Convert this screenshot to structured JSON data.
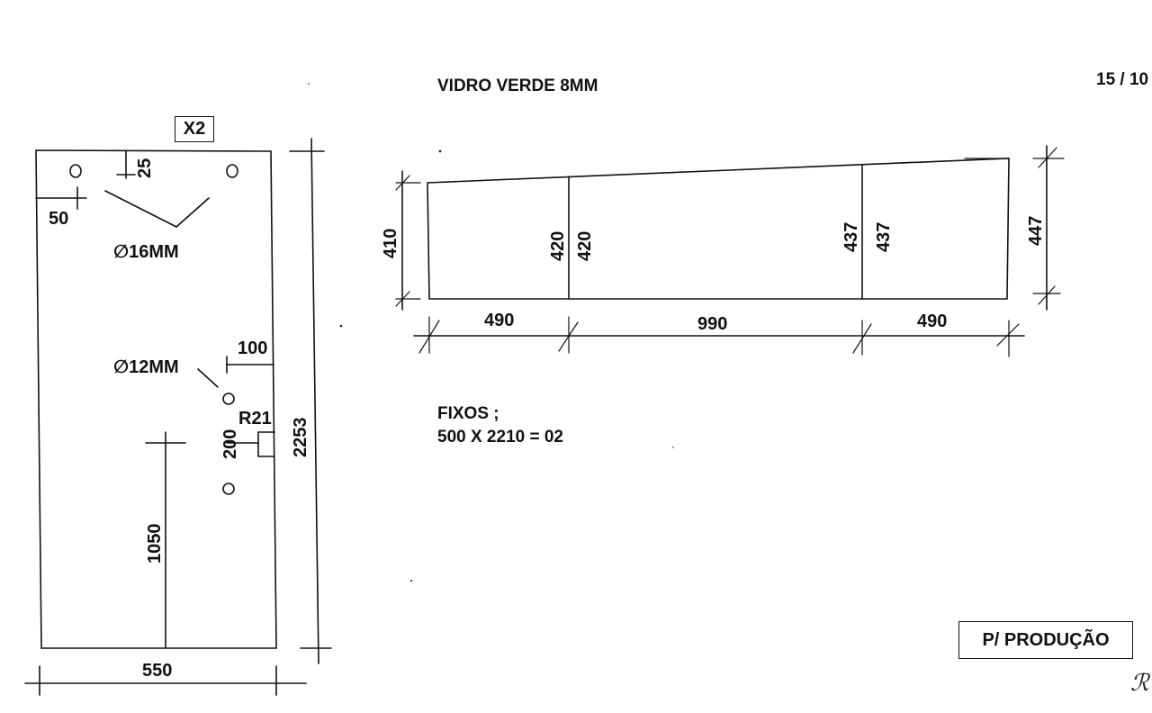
{
  "header": {
    "material": "VIDRO VERDE 8MM",
    "sheet_number": "15 / 10"
  },
  "door_panel": {
    "quantity_label": "X2",
    "width": "550",
    "height": "2253",
    "hole_offset_top": "25",
    "hole_offset_side": "50",
    "top_hole_diameter": "∅16MM",
    "handle_hole_diameter": "∅12MM",
    "handle_offset_edge": "100",
    "notch_radius": "R21",
    "handle_hole_spacing": "200",
    "handle_height": "1050"
  },
  "upper_panel": {
    "left_height": "410",
    "joint1_left": "420",
    "joint1_right": "420",
    "joint2_left": "437",
    "joint2_right": "437",
    "right_height": "447",
    "segment1_width": "490",
    "segment2_width": "990",
    "segment3_width": "490"
  },
  "fixed_panels": {
    "title": "FIXOS ;",
    "spec": "500 X 2210 = 02"
  },
  "stamp": {
    "label": "P/ PRODUÇÃO"
  },
  "initial_mark": "ℛ"
}
